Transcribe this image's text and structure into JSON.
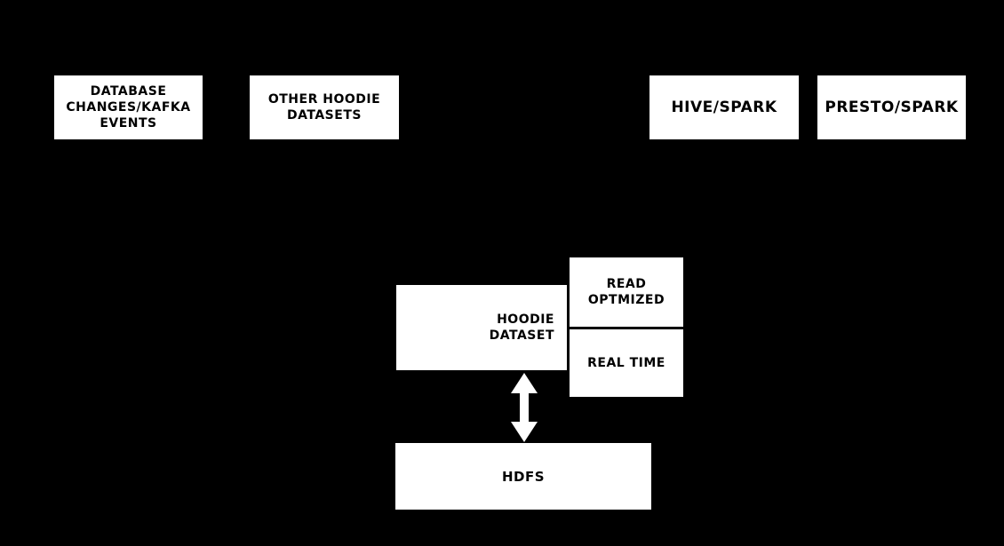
{
  "colors": {
    "background": "#000000",
    "node_fill": "#ffffff",
    "node_text": "#000000",
    "arrow": "#ffffff"
  },
  "diagram": {
    "nodes": {
      "database_changes": {
        "label": "DATABASE\nCHANGES/KAFKA\nEVENTS"
      },
      "other_hoodie_datasets": {
        "label": "OTHER HOODIE\nDATASETS"
      },
      "hive_spark": {
        "label": "HIVE/SPARK"
      },
      "presto_spark": {
        "label": "PRESTO/SPARK"
      },
      "hoodie_dataset": {
        "label": "HOODIE\nDATASET"
      },
      "read_optimized": {
        "label": "READ\nOPTMIZED"
      },
      "real_time": {
        "label": "REAL TIME"
      },
      "hdfs": {
        "label": "HDFS"
      }
    },
    "connectors": [
      {
        "name": "hoodie-dataset-hdfs-connector",
        "type": "double-headed-vertical-arrow",
        "from": "hoodie_dataset",
        "to": "hdfs",
        "color": "#ffffff"
      }
    ]
  }
}
